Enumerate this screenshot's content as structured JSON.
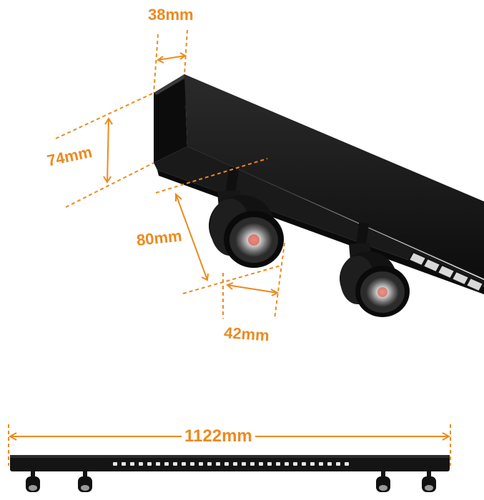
{
  "dimensions": {
    "width_mm": "38mm",
    "height_mm": "74mm",
    "spot_drop": "80mm",
    "spot_diameter": "42mm",
    "total_length": "1122mm"
  },
  "colors": {
    "accent": "#ec8a1f",
    "fixture": "#141414",
    "background": "#ffffff"
  },
  "icons": {
    "fixture_closeup": "track-light-closeup",
    "fixture_full": "track-light-full-length"
  }
}
